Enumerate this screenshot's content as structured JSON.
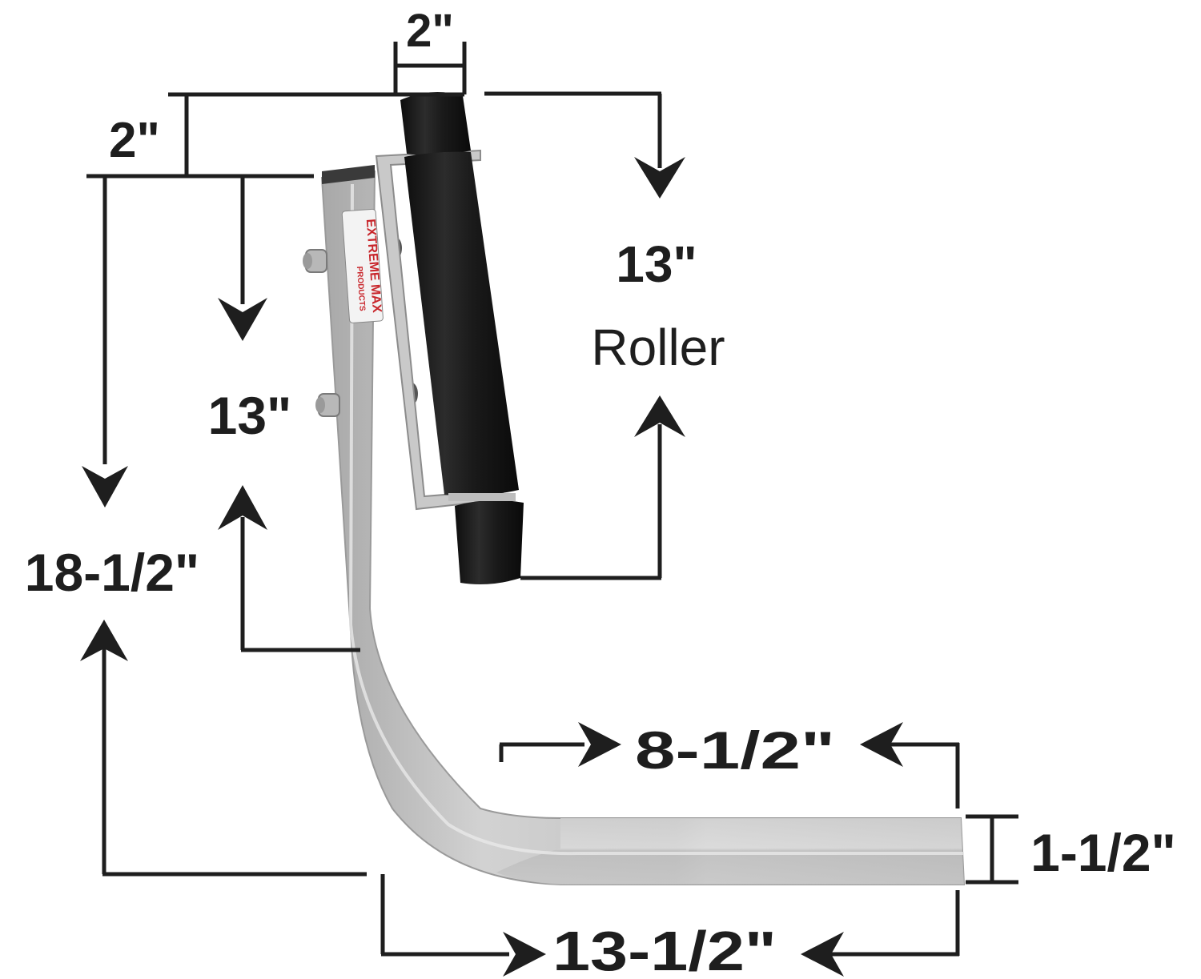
{
  "diagram": {
    "subject": "Boat trailer side guide roller bracket",
    "colors": {
      "line": "#1e1e1e",
      "aluminum_light": "#d6d6d6",
      "aluminum_mid": "#bcbcbc",
      "aluminum_dark": "#9a9a9a",
      "rubber": "#1b1b1b",
      "label_red": "#c8262b",
      "background": "#ffffff"
    },
    "label": {
      "brand_text": "EXTREME MAX",
      "brand_sub": "PRODUCTS"
    },
    "dimensions": {
      "roller_diameter": {
        "value": "2\"",
        "meaning": "roller end width"
      },
      "offset": {
        "value": "2\"",
        "meaning": "roller offset above upright"
      },
      "roller_length": {
        "value": "13\"",
        "sub": "Roller"
      },
      "upright_to_bend": {
        "value": "13\""
      },
      "overall_height": {
        "value": "18-1/2\""
      },
      "foot_flat": {
        "value": "8-1/2\""
      },
      "tube_size": {
        "value": "1-1/2\""
      },
      "overall_width": {
        "value": "13-1/2\""
      }
    }
  }
}
